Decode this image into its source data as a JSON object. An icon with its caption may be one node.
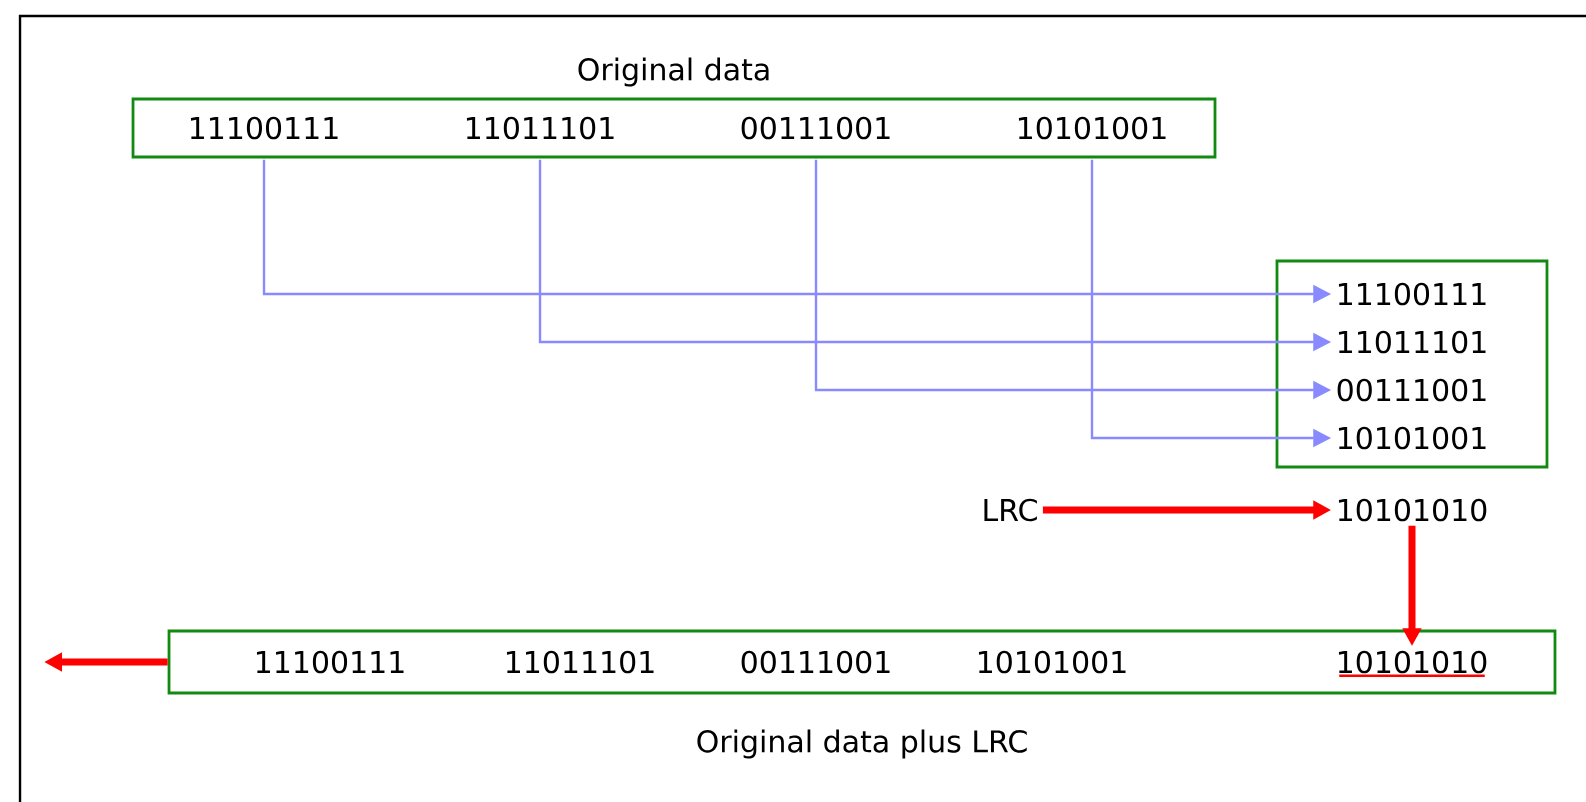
{
  "diagram": {
    "nodes": [
      {
        "text": [
          "Original data"
        ]
      },
      {
        "text": [
          "11100111"
        ],
        "in": 0
      },
      {
        "text": [
          "11011101"
        ],
        "in": 0
      },
      {
        "text": [
          "00111001"
        ],
        "in": 0
      },
      {
        "text": [
          "10101001"
        ],
        "in": 0
      },
      {
        "text": [],
        "shape": "box"
      },
      {
        "text": [
          "11100111"
        ],
        "in": 5
      },
      {
        "text": [
          "11011101"
        ],
        "in": 5
      },
      {
        "text": [
          "00111001"
        ],
        "in": 5
      },
      {
        "text": [
          "10101001"
        ],
        "in": 5
      },
      {
        "text": [
          "LRC"
        ]
      },
      {
        "text": [
          "10101010"
        ]
      },
      {
        "text": [
          "Original data plus LRC"
        ]
      },
      {
        "text": [
          "11100111"
        ],
        "in": 12
      },
      {
        "text": [
          "11011101"
        ],
        "in": 12
      },
      {
        "text": [
          "00111001"
        ],
        "in": 12
      },
      {
        "text": [
          "10101001"
        ],
        "in": 12
      },
      {
        "text": [
          "10101010"
        ],
        "in": 12
      }
    ],
    "edges": [
      {
        "from": 1,
        "to": 6,
        "arrow": "to"
      },
      {
        "from": 2,
        "to": 7,
        "arrow": "to"
      },
      {
        "from": 3,
        "to": 8,
        "arrow": "to"
      },
      {
        "from": 4,
        "to": 9,
        "arrow": "to"
      },
      {
        "from": 10,
        "to": 11,
        "arrow": "to",
        "style": "thick",
        "color": "#ff0000"
      },
      {
        "from": 11,
        "to": 17,
        "arrow": "to",
        "style": "thick",
        "color": "#ff0000"
      },
      {
        "from": 12,
        "to": null,
        "arrow": "to",
        "style": "thick",
        "color": "#ff0000"
      }
    ]
  }
}
